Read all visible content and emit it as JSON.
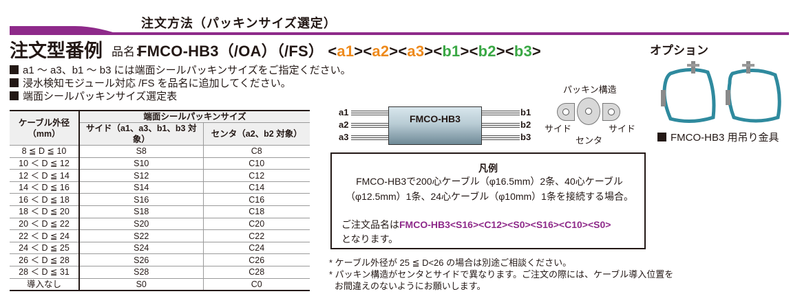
{
  "header": {
    "section_title": "注文方法（パッキンサイズ選定）",
    "bar_color": "#8e2a8a"
  },
  "order_example": {
    "title": "注文型番例",
    "label": "品名：",
    "model_prefix": "FMCO-HB3（/OA）（/FS）",
    "slots": [
      {
        "open": "<",
        "code": "a1",
        "close": ">",
        "color": "#ee8a1c"
      },
      {
        "open": "<",
        "code": "a2",
        "close": ">",
        "color": "#ee8a1c"
      },
      {
        "open": "<",
        "code": "a3",
        "close": ">",
        "color": "#ee8a1c"
      },
      {
        "open": "<",
        "code": "b1",
        "close": ">",
        "color": "#3aa845"
      },
      {
        "open": "<",
        "code": "b2",
        "close": ">",
        "color": "#3aa845"
      },
      {
        "open": "<",
        "code": "b3",
        "close": ">",
        "color": "#3aa845"
      }
    ]
  },
  "notes": [
    "a1 ～ a3、b1 ～ b3 には端面シールパッキンサイズをご指定ください。",
    "浸水検知モジュール対応 /FS を品名に追加してください。",
    "端面シールパッキンサイズ選定表"
  ],
  "table": {
    "col_cable": "ケーブル外径",
    "col_cable_unit": "（mm）",
    "col_group": "端面シールパッキンサイズ",
    "col_side": "サイド（a1、a3、b1、b3 対象）",
    "col_center": "センタ（a2、b2 対象）",
    "rows": [
      {
        "range": "8 ≦ D ≦ 10",
        "side": "S8",
        "center": "C8"
      },
      {
        "range": "10 ＜ D ≦ 12",
        "side": "S10",
        "center": "C10"
      },
      {
        "range": "12 ＜ D ≦ 14",
        "side": "S12",
        "center": "C12"
      },
      {
        "range": "14 ＜ D ≦ 16",
        "side": "S14",
        "center": "C14"
      },
      {
        "range": "16 ＜ D ≦ 18",
        "side": "S16",
        "center": "C16"
      },
      {
        "range": "18 ＜ D ≦ 20",
        "side": "S18",
        "center": "C18"
      },
      {
        "range": "20 ＜ D ≦ 22",
        "side": "S20",
        "center": "C20"
      },
      {
        "range": "22 ＜ D ≦ 24",
        "side": "S22",
        "center": "C22"
      },
      {
        "range": "24 ＜ D ≦ 25",
        "side": "S24",
        "center": "C24"
      },
      {
        "range": "26 ＜ D ≦ 28",
        "side": "S26",
        "center": "C26"
      },
      {
        "range": "28 ＜ D ≦ 31",
        "side": "S28",
        "center": "C28"
      },
      {
        "range": "導入なし",
        "side": "S0",
        "center": "C0"
      }
    ]
  },
  "diagram": {
    "module_label": "FMCO-HB3",
    "left_ports": [
      "a1",
      "a2",
      "a3"
    ],
    "right_ports": [
      "b1",
      "b2",
      "b3"
    ],
    "packing_title": "パッキン構造",
    "side_left": "サイド",
    "side_right": "サイド",
    "center": "センタ"
  },
  "option": {
    "title": "オプション",
    "caption": "FMCO-HB3 用吊り金具",
    "hanger_color": "#2f8a9e"
  },
  "example": {
    "title": "凡例",
    "line1": "FMCO-HB3で200心ケーブル（φ16.5mm）2条、40心ケーブル",
    "line2": "（φ12.5mm）1条、24心ケーブル（φ10mm）1条を接続する場合。",
    "result_prefix": "ご注文品名は",
    "result_model": "FMCO-HB3<S16><C12><S0><S16><C10><S0>",
    "result_suffix": "となります。"
  },
  "footnotes": [
    "* ケーブル外径が 25 ≦ D<26 の場合は別途ご相談ください。",
    "* パッキン構造がセンタとサイドで異なります。ご注文の際には、ケーブル導入位置を",
    "  お間違えのないようにお願いします。"
  ]
}
